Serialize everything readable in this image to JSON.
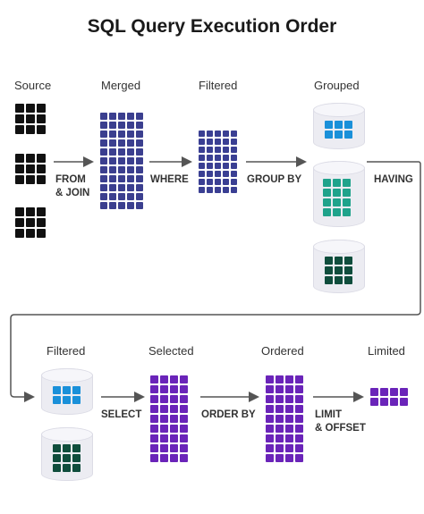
{
  "title": "SQL Query Execution Order",
  "labels": {
    "source": "Source",
    "merged": "Merged",
    "filtered_1": "Filtered",
    "grouped": "Grouped",
    "filtered_2": "Filtered",
    "selected": "Selected",
    "ordered": "Ordered",
    "limited": "Limited"
  },
  "operations": {
    "from_join": [
      "FROM",
      "& JOIN"
    ],
    "where": "WHERE",
    "group_by": "GROUP BY",
    "having": "HAVING",
    "select": "SELECT",
    "order_by": "ORDER BY",
    "limit_offset": [
      "LIMIT",
      "& OFFSET"
    ]
  },
  "colors": {
    "source": "#111111",
    "merged": "#3b3f8f",
    "filtered": "#3a3f93",
    "group_blue": "#1a90d9",
    "group_teal": "#1fa38b",
    "group_dark": "#0f4d3c",
    "selected": "#6a24b9",
    "arrow": "#555555"
  }
}
